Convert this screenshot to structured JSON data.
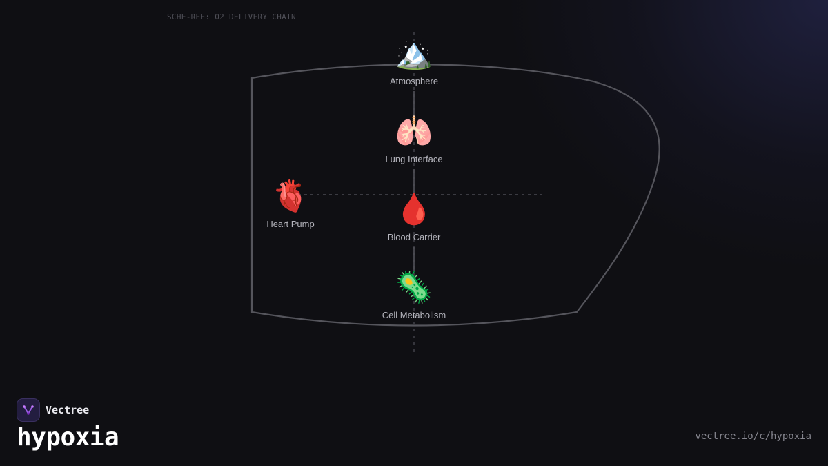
{
  "schematic": {
    "reference": "SCHE-REF: O2_DELIVERY_CHAIN"
  },
  "nodes": {
    "atmosphere": {
      "icon": "🏔️",
      "icon_name": "mountain-icon",
      "label": "Atmosphere"
    },
    "lung": {
      "icon": "🫁",
      "icon_name": "lungs-icon",
      "label": "Lung Interface"
    },
    "heart": {
      "icon": "🫀",
      "icon_name": "anatomical-heart-icon",
      "label": "Heart Pump"
    },
    "blood": {
      "icon": "🩸",
      "icon_name": "blood-drop-icon",
      "label": "Blood Carrier"
    },
    "cell": {
      "icon": "🦠",
      "icon_name": "microbe-icon",
      "label": "Cell Metabolism"
    }
  },
  "brand": {
    "name": "Vectree",
    "title": "hypoxia",
    "url": "vectree.io/c/hypoxia",
    "logo_icon": "vectree-logo-icon"
  },
  "colors": {
    "background": "#0f0f13",
    "outline": "#55555c",
    "connector": "#4a4a52",
    "logo_bg": "#231d40",
    "logo_accent": "#9b5de5"
  }
}
